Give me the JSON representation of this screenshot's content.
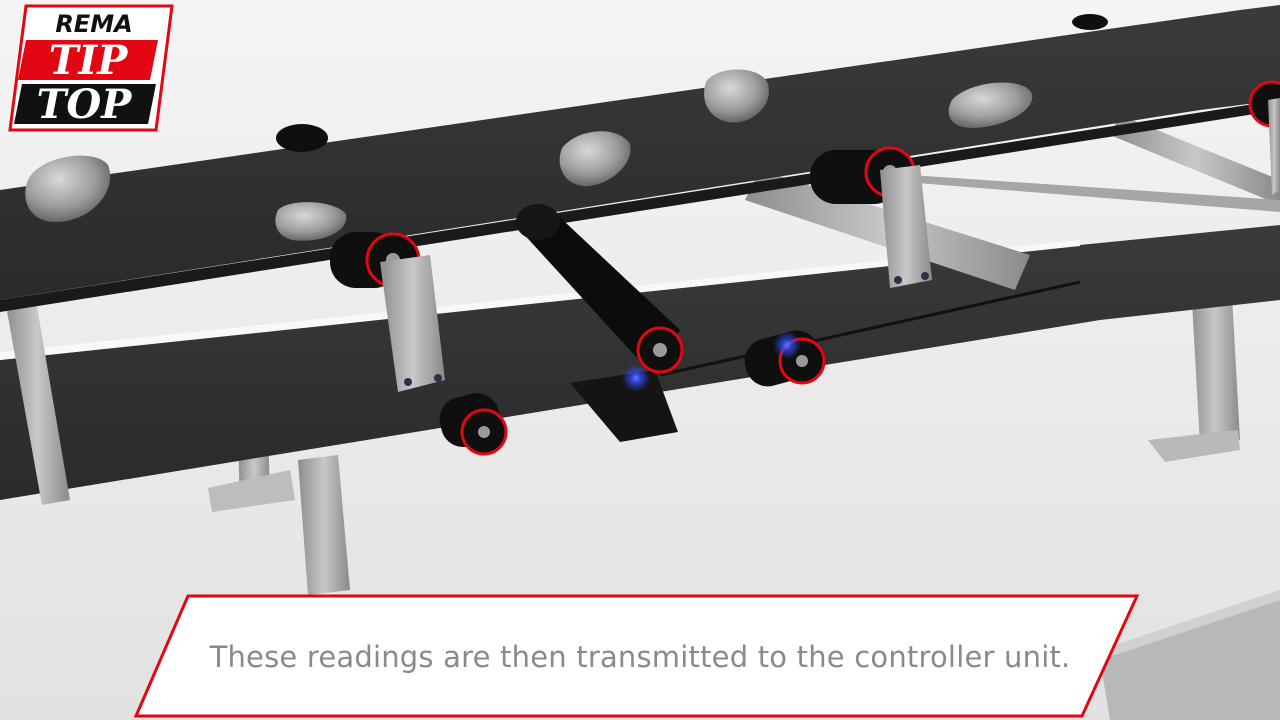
{
  "brand": {
    "line1": "REMA",
    "line2": "TIP",
    "line3": "TOP",
    "accent_color": "#e30613",
    "dark_color": "#111111"
  },
  "caption": {
    "text": "These readings are then transmitted to the controller unit.",
    "border_color": "#e30613"
  }
}
